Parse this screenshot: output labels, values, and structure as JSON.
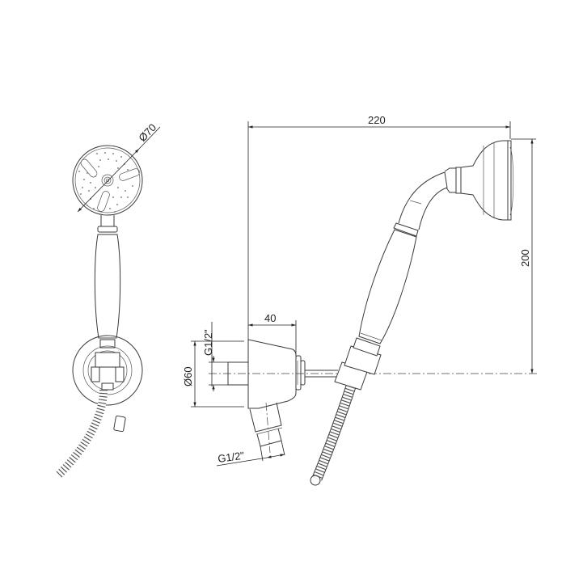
{
  "diagram": {
    "subject": "Hand shower with wall outlet elbow and hose",
    "front_view": {
      "head_diameter_label": "Ø70"
    },
    "side_view": {
      "total_width_label": "220",
      "total_height_label": "200",
      "outlet_depth_label": "40",
      "outlet_diameter_label": "Ø60",
      "wall_thread_label": "G1/2\"",
      "hose_thread_label": "G1/2\""
    },
    "colors": {
      "line": "#3a3a3a",
      "background": "#ffffff"
    }
  }
}
